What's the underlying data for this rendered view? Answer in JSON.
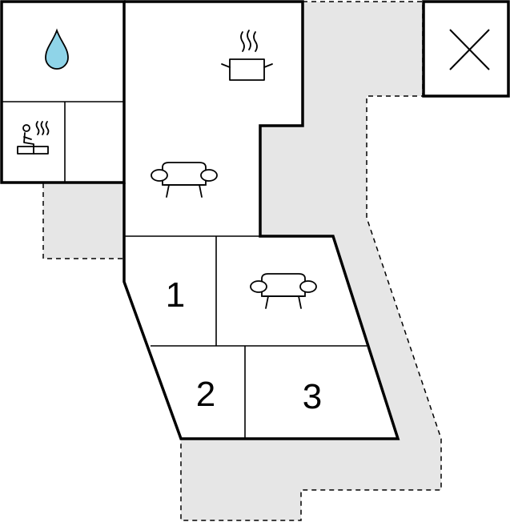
{
  "floor_plan": {
    "rooms": [
      {
        "id": "bedroom-1",
        "label": "1"
      },
      {
        "id": "bedroom-2",
        "label": "2"
      },
      {
        "id": "bedroom-3",
        "label": "3"
      }
    ],
    "icons": [
      "water-drop-icon",
      "sauna-icon",
      "cooking-pot-icon",
      "sofa-icon",
      "sofa-icon",
      "close-icon"
    ],
    "colors": {
      "water_drop": "#8fd4e8",
      "terrace": "#e6e6e6",
      "walls": "#000000"
    }
  }
}
